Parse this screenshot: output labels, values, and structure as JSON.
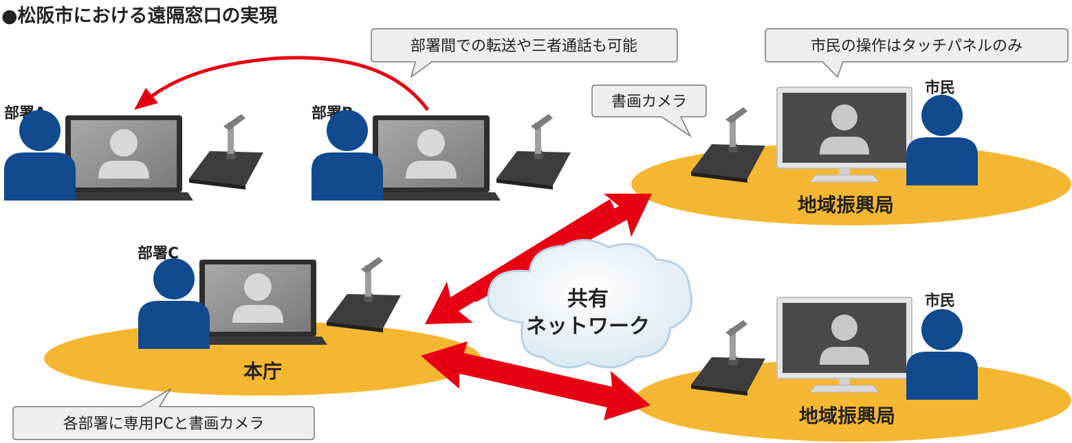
{
  "title": "●松阪市における遠隔窓口の実現",
  "callouts": {
    "transfer": "部署間での転送や三者通話も可能",
    "touch_panel": "市民の操作はタッチパネルのみ",
    "doc_camera": "書画カメラ",
    "each_dept": "各部署に専用PCと書画カメラ"
  },
  "departments": {
    "a": "部署A",
    "b": "部署B",
    "c": "部署C"
  },
  "locations": {
    "honcho": "本庁",
    "branch_top": "地域振興局",
    "branch_bottom": "地域振興局"
  },
  "citizens": {
    "top": "市民",
    "bottom": "市民"
  },
  "network": {
    "line1": "共有",
    "line2": "ネットワーク"
  },
  "colors": {
    "person": "#114a8f",
    "arrow": "#e60012",
    "ellipse": "#f5b731",
    "callout_bg": "#eeeeee"
  }
}
